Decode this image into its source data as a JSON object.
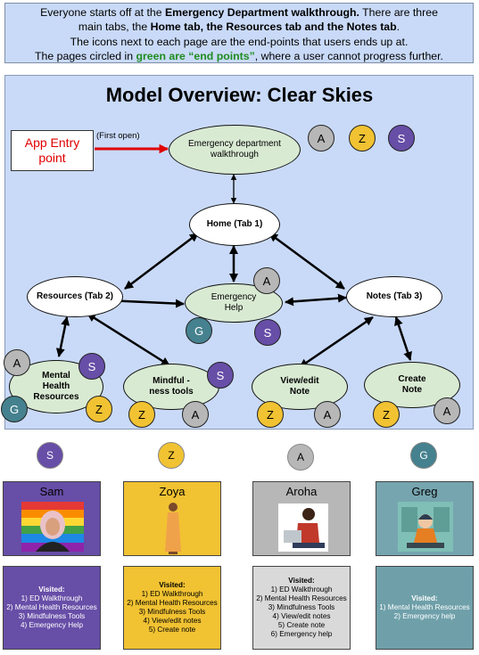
{
  "intro": {
    "line1_pre": "Everyone starts off at the ",
    "line1_bold": "Emergency Department walkthrough.",
    "line1_post": " There are three",
    "line2_pre": "main tabs, the ",
    "line2_bold": "Home tab, the Resources tab and the Notes tab",
    "line2_post": ".",
    "line3": "The icons next to each page are the end-points that users ends up at.",
    "line4_pre": "The pages circled in ",
    "line4_bold": "green are “end points”",
    "line4_post": ", where a user cannot progress further."
  },
  "title": "Model Overview: Clear Skies",
  "entry_label": "App Entry point",
  "first_open": "(First open)",
  "nodes": {
    "ed": "Emergency department walkthrough",
    "home": "Home (Tab 1)",
    "resources": "Resources (Tab 2)",
    "notes": "Notes (Tab 3)",
    "emergency": "Emergency Help",
    "mental": "Mental Health Resources",
    "mindful": "Mindful - ness tools",
    "view": "View/edit Note",
    "create": "Create Note"
  },
  "badges": {
    "A": "A",
    "Z": "Z",
    "S": "S",
    "G": "G"
  },
  "colors": {
    "A": "#b7b7b7",
    "Z": "#f1c232",
    "S": "#674ea7",
    "G": "#45818e",
    "end_point": "#d9ead3",
    "entry_text": "#e00000"
  },
  "personas": [
    {
      "letter": "S",
      "name": "Sam",
      "visited_title": "Visited:",
      "visited": [
        "1) ED Walkthrough",
        "2) Mental Health Resources",
        "3) Mindfulness Tools",
        "4) Emergency Help"
      ]
    },
    {
      "letter": "Z",
      "name": "Zoya",
      "visited_title": "Visited:",
      "visited": [
        "1) ED Walkthrough",
        "2) Mental Health Resources",
        "3) Mindfulness Tools",
        "4) View/edit notes",
        "5) Create note"
      ]
    },
    {
      "letter": "A",
      "name": "Aroha",
      "visited_title": "Visited:",
      "visited": [
        "1) ED Walkthrough",
        "2) Mental Health Resources",
        "3) Mindfulness Tools",
        "4) View/edit notes",
        "5) Create note",
        "6) Emergency help"
      ]
    },
    {
      "letter": "G",
      "name": "Greg",
      "visited_title": "Visited:",
      "visited": [
        "1) Mental Health Resources",
        "2) Emergency help"
      ]
    }
  ]
}
